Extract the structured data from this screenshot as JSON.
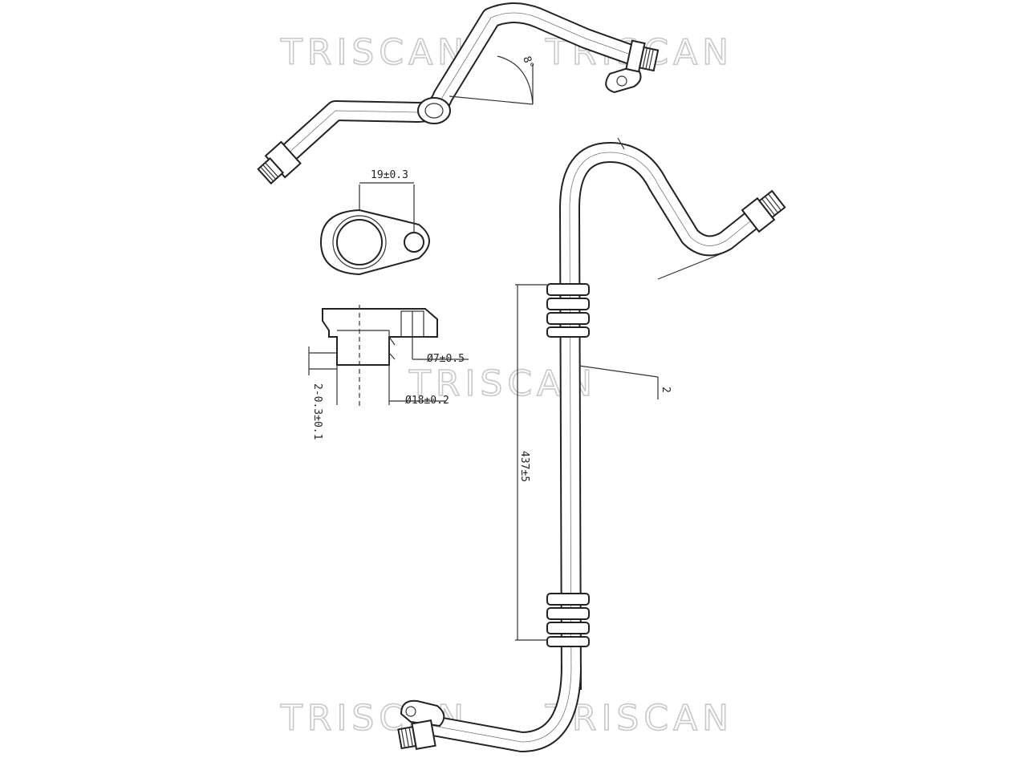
{
  "watermark": {
    "text": "TRISCAN",
    "color": "#c8c8c8"
  },
  "dimensions": {
    "hole_spacing": "19±0.3",
    "small_bore": "Ø7±0.5",
    "large_bore": "Ø18±0.2",
    "flange_thickness": "2-0.3±0.1",
    "pipe_length": "437±5",
    "angle": "8°",
    "detail_ref": "2"
  }
}
